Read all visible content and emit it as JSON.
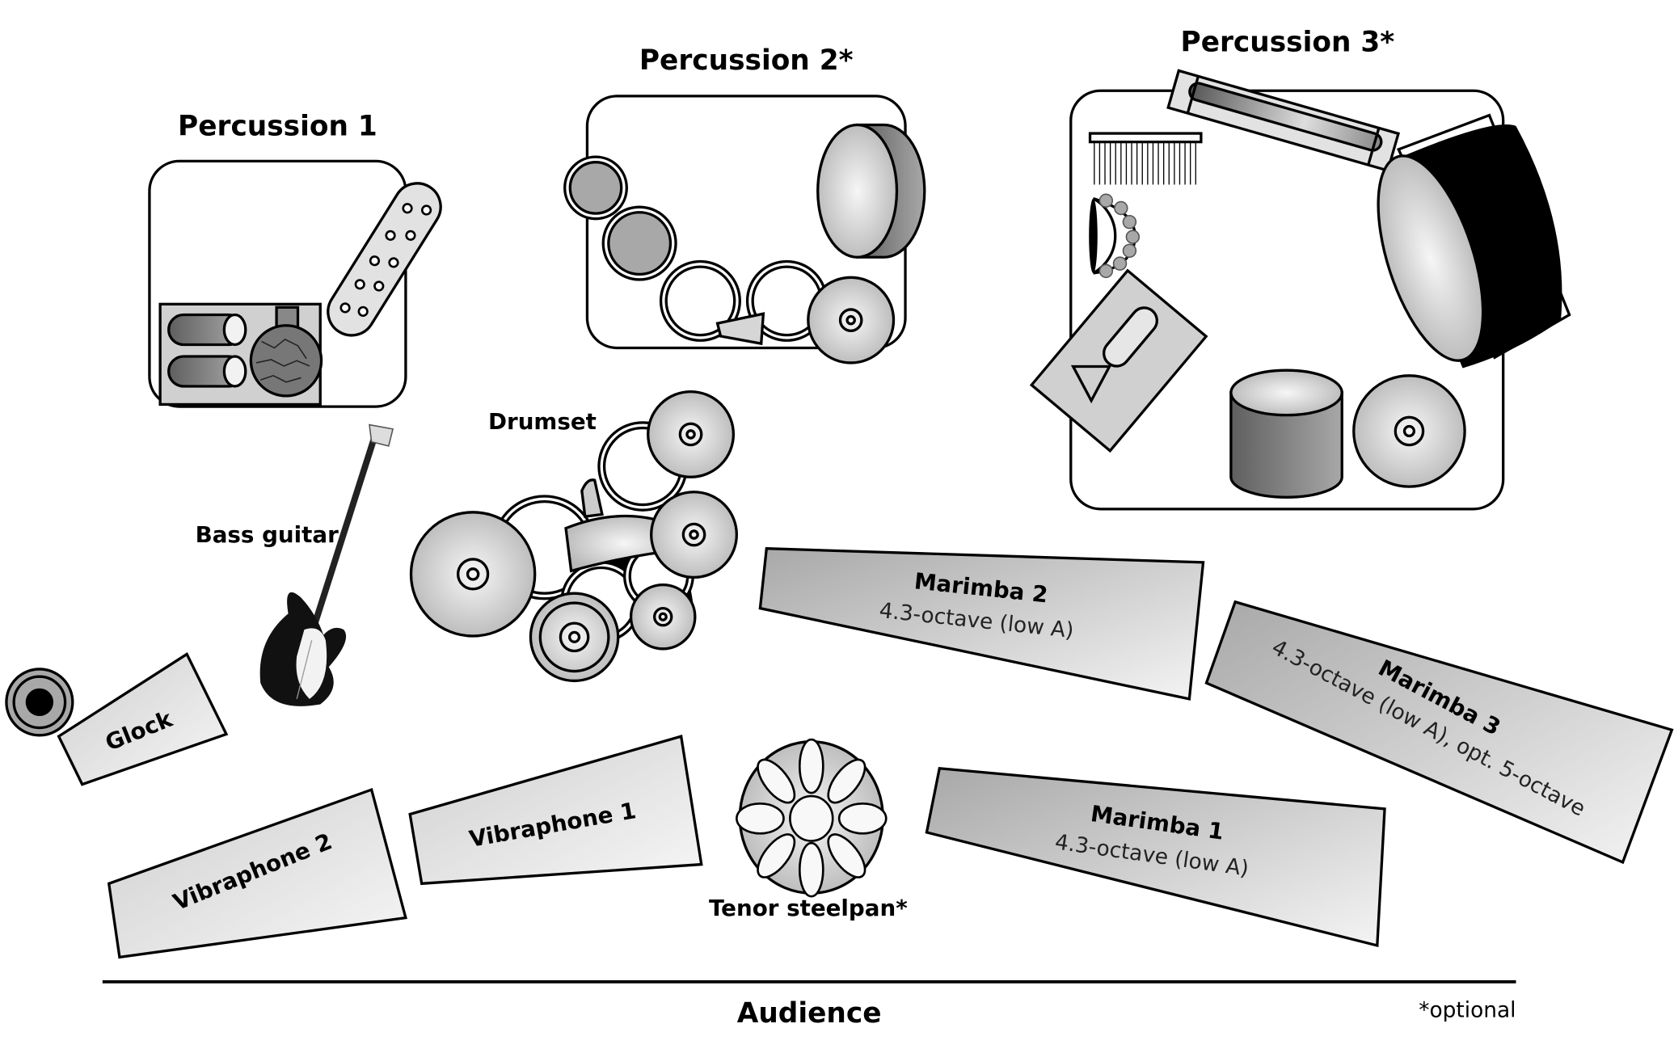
{
  "diagram": {
    "title": "Percussion ensemble stage setup",
    "sections": {
      "percussion_1": {
        "label": "Percussion 1",
        "instruments": [
          "bongos/conga pair",
          "shaker",
          "tone bar"
        ]
      },
      "percussion_2": {
        "label": "Percussion 2*",
        "instruments": [
          "timbales",
          "hand drums",
          "cowbell",
          "bass drum",
          "cymbal"
        ]
      },
      "percussion_3": {
        "label": "Percussion 3*",
        "instruments": [
          "mark tree",
          "tambourine",
          "triangle/block",
          "slapstick",
          "bass drum",
          "tom",
          "cymbal"
        ]
      }
    },
    "labels": {
      "drumset": "Drumset",
      "bass_guitar": "Bass guitar",
      "glock": "Glock",
      "marimba_2_name": "Marimba 2",
      "marimba_2_desc": "4.3-octave (low A)",
      "marimba_3_name": "Marimba 3",
      "marimba_3_desc": "4.3-octave (low A), opt. 5-octave",
      "marimba_1_name": "Marimba 1",
      "marimba_1_desc": "4.3-octave (low A)",
      "vibraphone_1": "Vibraphone 1",
      "vibraphone_2": "Vibraphone 2",
      "tenor_steelpan": "Tenor steelpan*"
    },
    "audience": "Audience",
    "footnote": "*optional"
  }
}
